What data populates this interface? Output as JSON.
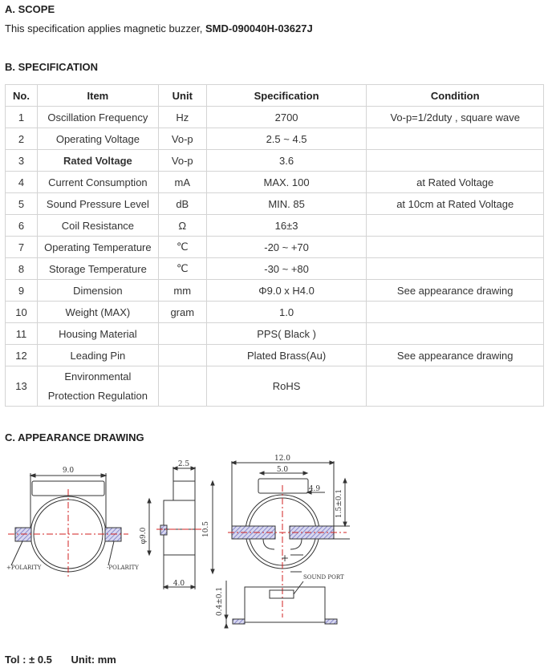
{
  "scope": {
    "heading": "A. SCOPE",
    "text_prefix": "This specification applies magnetic buzzer, ",
    "model": "SMD-090040H-03627J"
  },
  "specification": {
    "heading": "B. SPECIFICATION",
    "columns": [
      "No.",
      "Item",
      "Unit",
      "Specification",
      "Condition"
    ],
    "rows": [
      {
        "no": "1",
        "item": "Oscillation Frequency",
        "unit": "Hz",
        "spec": "2700",
        "condition": "Vo-p=1/2duty , square wave"
      },
      {
        "no": "2",
        "item": "Operating Voltage",
        "unit": "Vo-p",
        "spec": "2.5 ~ 4.5",
        "condition": ""
      },
      {
        "no": "3",
        "item": "Rated Voltage",
        "unit": "Vo-p",
        "spec": "3.6",
        "condition": ""
      },
      {
        "no": "4",
        "item": "Current Consumption",
        "unit": "mA",
        "spec": "MAX. 100",
        "condition": "at Rated Voltage"
      },
      {
        "no": "5",
        "item": "Sound Pressure Level",
        "unit": "dB",
        "spec": "MIN. 85",
        "condition": "at 10cm at Rated Voltage"
      },
      {
        "no": "6",
        "item": "Coil Resistance",
        "unit": "Ω",
        "spec": "16±3",
        "condition": ""
      },
      {
        "no": "7",
        "item": "Operating Temperature",
        "unit": "℃",
        "spec": "-20 ~ +70",
        "condition": ""
      },
      {
        "no": "8",
        "item": "Storage Temperature",
        "unit": "℃",
        "spec": "-30 ~ +80",
        "condition": ""
      },
      {
        "no": "9",
        "item": "Dimension",
        "unit": "mm",
        "spec": "Φ9.0 x H4.0",
        "condition": "See appearance drawing"
      },
      {
        "no": "10",
        "item": "Weight (MAX)",
        "unit": "gram",
        "spec": "1.0",
        "condition": ""
      },
      {
        "no": "11",
        "item": "Housing Material",
        "unit": "",
        "spec": "PPS( Black )",
        "condition": ""
      },
      {
        "no": "12",
        "item": "Leading Pin",
        "unit": "",
        "spec": "Plated Brass(Au)",
        "condition": "See appearance drawing"
      },
      {
        "no": "13",
        "item_line1": "Environmental",
        "item_line2": "Protection Regulation",
        "unit": "",
        "spec": "RoHS",
        "condition": ""
      }
    ]
  },
  "drawing": {
    "heading": "C. APPEARANCE DRAWING",
    "labels": {
      "top_width": "9.0",
      "polarity_left": "+POLARITY",
      "polarity_right": "-POLARITY",
      "side_top": "2.5",
      "side_dia": "φ9.0",
      "side_height": "10.5",
      "side_bottom": "4.0",
      "right_total": "12.0",
      "right_inner": "5.0",
      "right_offset": "4.9",
      "right_vertical": "1.5±0.1",
      "plus": "+",
      "sound_port": "SOUND PORT",
      "bottom_vertical": "0.4±0.1"
    }
  },
  "footer": {
    "tol": "Tol : ± 0.5",
    "unit": "Unit: mm"
  }
}
